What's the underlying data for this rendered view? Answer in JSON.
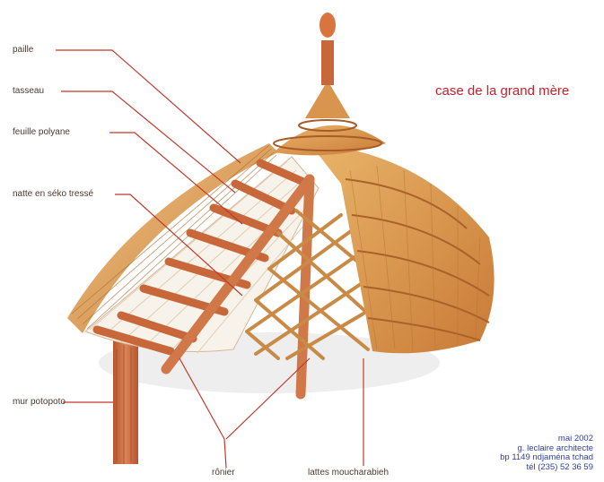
{
  "title": "case de la grand mère",
  "labels": {
    "paille": "paille",
    "tasseau": "tasseau",
    "feuille_polyane": "feuille polyane",
    "natte": "natte en séko tressé",
    "mur": "mur potopoto",
    "ronier": "rônier",
    "lattes": "lattes moucharabieh"
  },
  "credit": {
    "date": "mai 2002",
    "architect": "g. leclaire architecte",
    "address": "bp 1149 ndjaména tchad",
    "phone": "tél (235) 52 36 59"
  },
  "colors": {
    "title": "#c8202a",
    "leader": "#c0392b",
    "credit": "#2f3f9f",
    "thatch": "#d99a4e",
    "wood": "#c8683a"
  }
}
